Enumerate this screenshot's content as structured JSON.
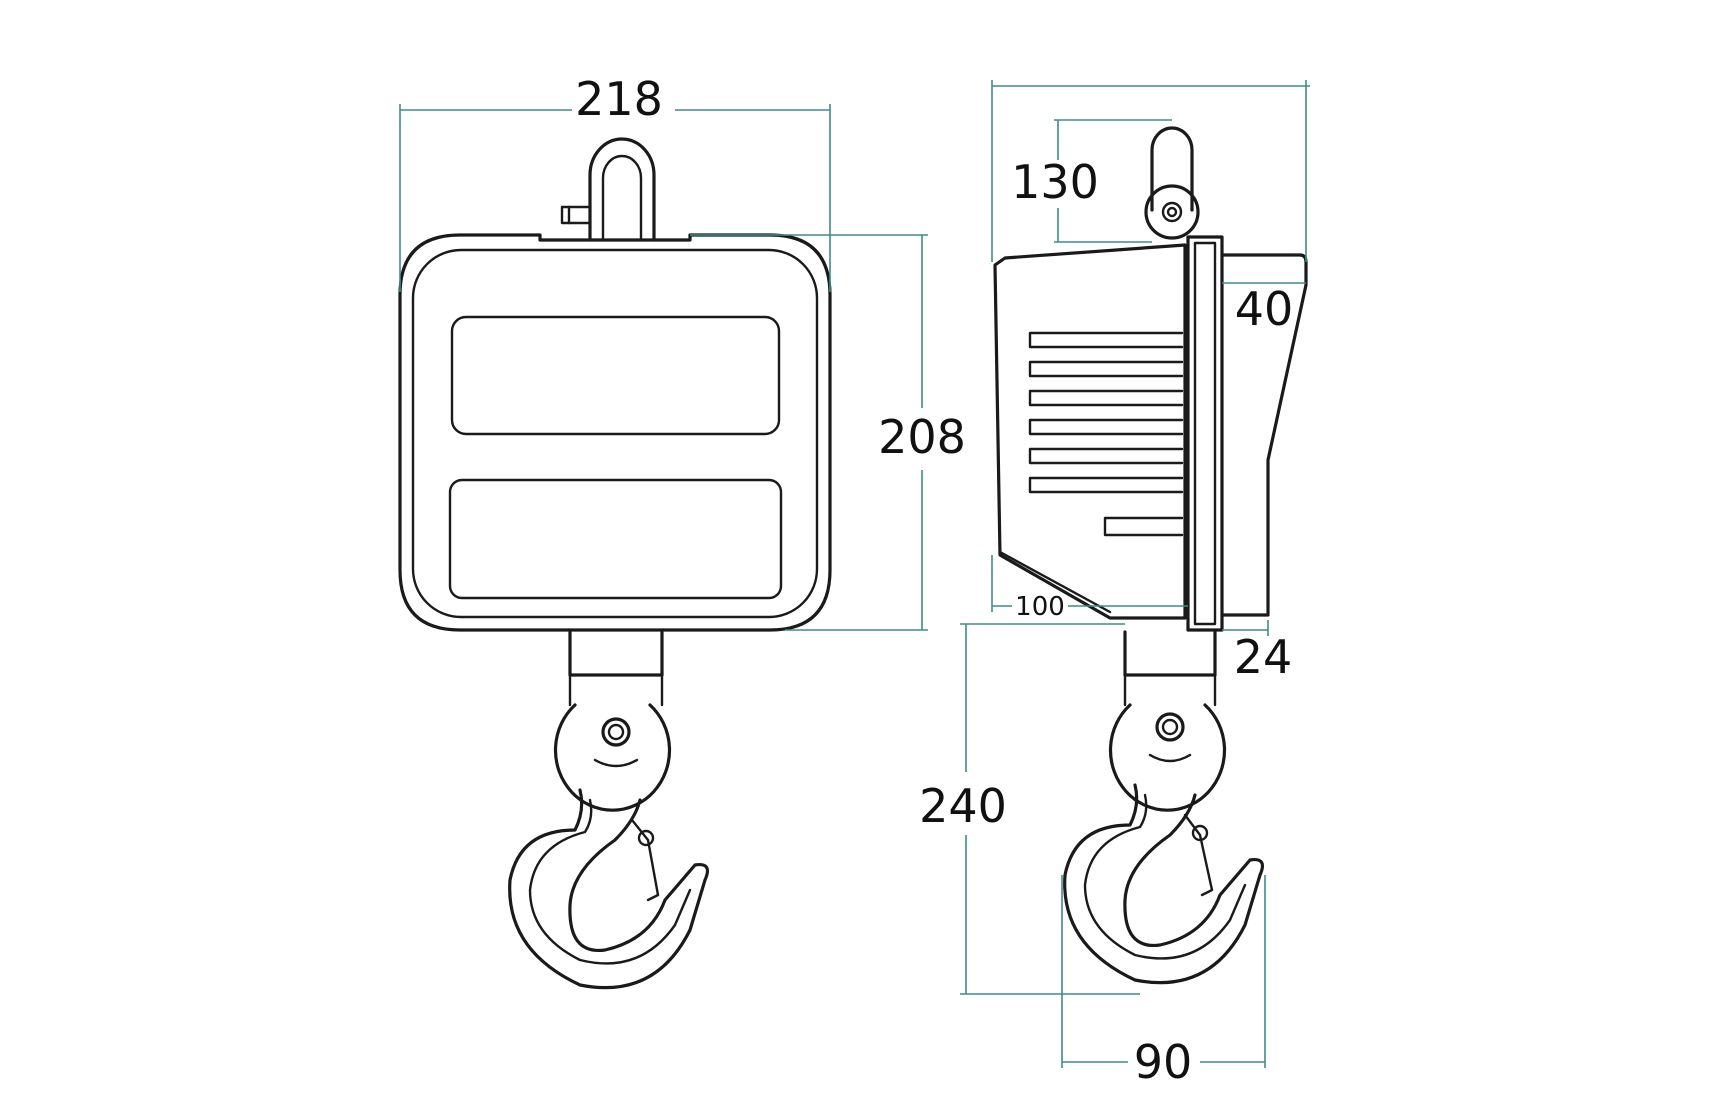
{
  "colors": {
    "outline": "#1a1a1a",
    "dimension_line": "#3e8e86",
    "background": "#ffffff"
  },
  "dimensions": {
    "width_front": "218",
    "height_body": "208",
    "height_hook": "240",
    "shackle_height": "130",
    "display_depth": "40",
    "body_depth": "100",
    "frame_thickness": "24",
    "hook_width": "90"
  }
}
